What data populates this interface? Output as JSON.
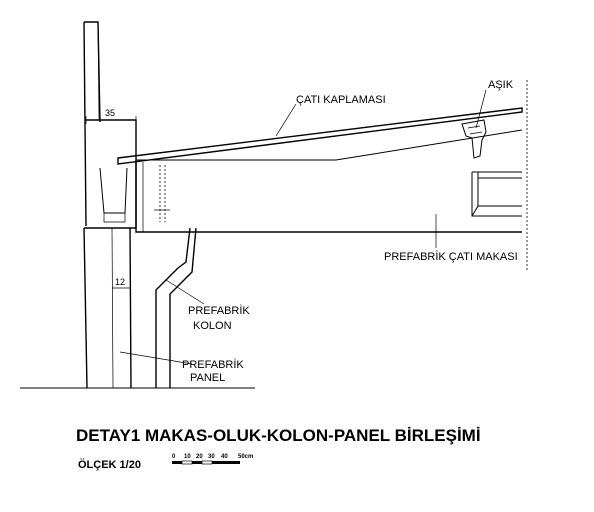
{
  "labels": {
    "roof_cover": "ÇATI KAPLAMASI",
    "purlin": "AŞIK",
    "truss": "PREFABRİK ÇATI MAKASI",
    "column_line1": "PREFABRİK",
    "column_line2": "KOLON",
    "panel_line1": "PREFABRİK",
    "panel_line2": "PANEL"
  },
  "dimensions": {
    "top_width": "35",
    "panel_width": "12"
  },
  "title": "DETAY1 MAKAS-OLUK-KOLON-PANEL BİRLEŞİMİ",
  "scale": {
    "label": "ÖLÇEK 1/20",
    "ticks": [
      "0",
      "10",
      "20",
      "30",
      "40",
      "50cm"
    ]
  }
}
